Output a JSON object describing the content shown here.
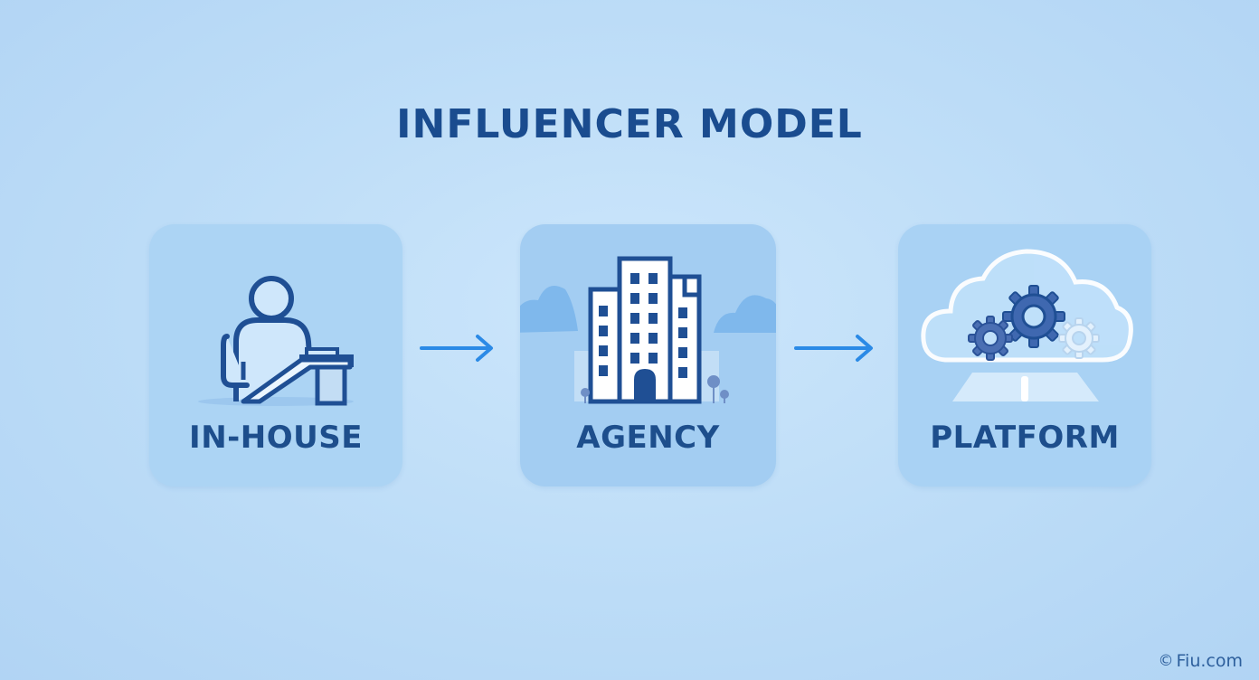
{
  "title": "INFLUENCER MODEL",
  "steps": [
    {
      "label": "IN-HOUSE",
      "icon": "person-at-desk-icon"
    },
    {
      "label": "AGENCY",
      "icon": "office-building-icon"
    },
    {
      "label": "PLATFORM",
      "icon": "cloud-gears-icon"
    }
  ],
  "connectors": [
    "arrow-right-icon",
    "arrow-right-icon"
  ],
  "watermark": {
    "symbol": "©",
    "text": "Fiu.com"
  },
  "colors": {
    "background": "#bcdcf7",
    "title": "#1a4c8f",
    "label": "#1d4e8c",
    "arrow": "#2b8ae6",
    "icon_stroke": "#1f4f94"
  }
}
